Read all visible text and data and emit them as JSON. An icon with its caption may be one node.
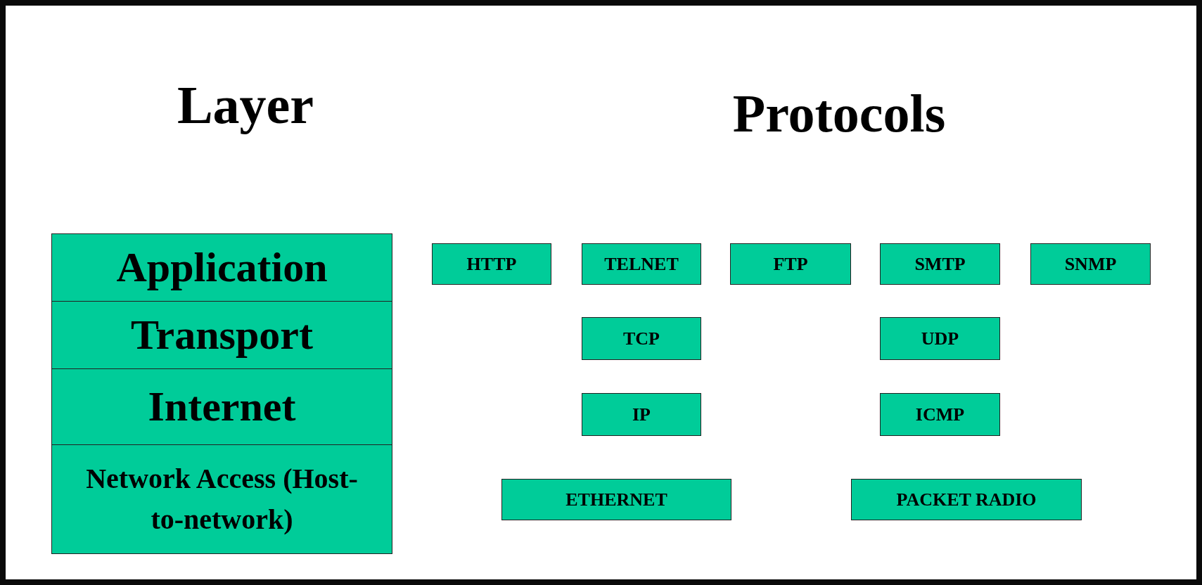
{
  "diagram": {
    "nodes": [
      {
        "text": [
          "Application"
        ]
      },
      {
        "text": [
          "Transport"
        ]
      },
      {
        "text": [
          "Internet"
        ]
      },
      {
        "text": [
          "Network Access (Host-to-network)"
        ]
      },
      {
        "text": [
          "HTTP"
        ]
      },
      {
        "text": [
          "TELNET"
        ]
      },
      {
        "text": [
          "FTP"
        ]
      },
      {
        "text": [
          "SMTP"
        ]
      },
      {
        "text": [
          "SNMP"
        ]
      },
      {
        "text": [
          "TCP"
        ]
      },
      {
        "text": [
          "UDP"
        ]
      },
      {
        "text": [
          "IP"
        ]
      },
      {
        "text": [
          "ICMP"
        ]
      },
      {
        "text": [
          "ETHERNET"
        ]
      },
      {
        "text": [
          "PACKET RADIO"
        ]
      }
    ],
    "labels": [
      "Layer",
      "Protocols"
    ]
  }
}
